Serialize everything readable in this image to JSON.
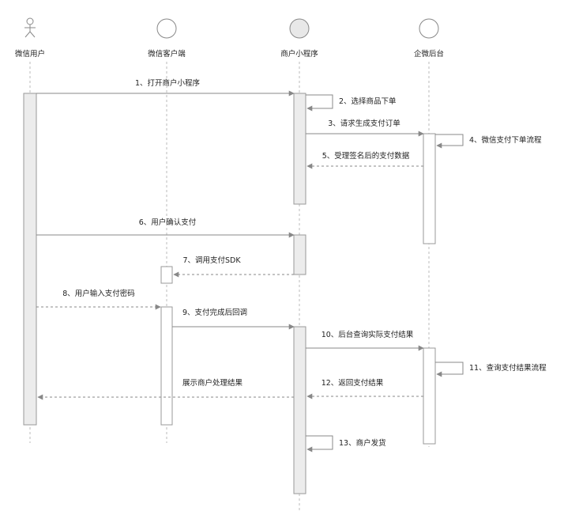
{
  "participants": [
    {
      "id": "user",
      "label": "微信用户",
      "kind": "actor"
    },
    {
      "id": "client",
      "label": "微信客户端",
      "kind": "entity"
    },
    {
      "id": "merchant",
      "label": "商户小程序",
      "kind": "entity-filled"
    },
    {
      "id": "backend",
      "label": "企微后台",
      "kind": "entity"
    }
  ],
  "messages": [
    {
      "label": "1、打开商户小程序",
      "from": "user",
      "to": "merchant",
      "style": "solid"
    },
    {
      "label": "2、选择商品下单",
      "from": "merchant",
      "to": "merchant",
      "style": "self"
    },
    {
      "label": "3、请求生成支付订单",
      "from": "merchant",
      "to": "backend",
      "style": "solid"
    },
    {
      "label": "4、微信支付下单流程",
      "from": "backend",
      "to": "backend",
      "style": "self"
    },
    {
      "label": "5、受理签名后的支付数据",
      "from": "backend",
      "to": "merchant",
      "style": "dashed"
    },
    {
      "label": "6、用户确认支付",
      "from": "user",
      "to": "merchant",
      "style": "solid"
    },
    {
      "label": "7、调用支付SDK",
      "from": "merchant",
      "to": "client",
      "style": "dashed"
    },
    {
      "label": "8、用户输入支付密码",
      "from": "user",
      "to": "client",
      "style": "dashed"
    },
    {
      "label": "9、支付完成后回调",
      "from": "client",
      "to": "merchant",
      "style": "solid"
    },
    {
      "label": "10、后台查询实际支付结果",
      "from": "merchant",
      "to": "backend",
      "style": "solid"
    },
    {
      "label": "11、查询支付结果流程",
      "from": "backend",
      "to": "backend",
      "style": "self"
    },
    {
      "label": "12、返回支付结果",
      "from": "backend",
      "to": "merchant",
      "style": "dashed"
    },
    {
      "label": "展示商户处理结果",
      "from": "merchant",
      "to": "user",
      "style": "dashed"
    },
    {
      "label": "13、商户发货",
      "from": "merchant",
      "to": "merchant",
      "style": "self"
    }
  ],
  "colors": {
    "line": "#888888",
    "lifeline": "#bbbbbb",
    "activation_fill": "#ececec",
    "activation_stroke": "#999999",
    "entity_filled": "#e8e8e8"
  }
}
